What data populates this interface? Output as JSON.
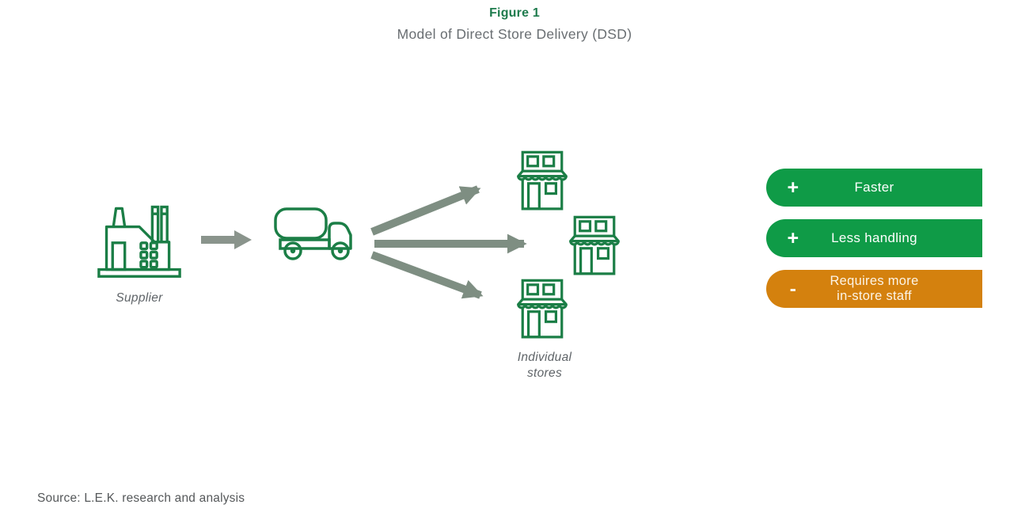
{
  "figure": {
    "label": "Figure 1",
    "title": "Model of Direct Store Delivery (DSD)"
  },
  "diagram": {
    "supplier_label": "Supplier",
    "stores_label_line1": "Individual",
    "stores_label_line2": "stores",
    "icons": [
      "factory-icon",
      "truck-icon",
      "store-icon",
      "store-icon",
      "store-icon"
    ],
    "arrows": [
      "supplier-to-truck",
      "truck-to-store-top",
      "truck-to-store-middle",
      "truck-to-store-bottom"
    ]
  },
  "badges": [
    {
      "sign": "+",
      "label": "Faster",
      "type": "positive"
    },
    {
      "sign": "+",
      "label": "Less handling",
      "type": "positive"
    },
    {
      "sign": "-",
      "label": "Requires more",
      "label2": "in-store staff",
      "type": "negative"
    }
  ],
  "source": "Source: L.E.K. research and analysis",
  "theme": {
    "green": "#0f9b47",
    "orange": "#d4810e",
    "icon_green": "#1b7e46",
    "title_green": "#1e7b4d",
    "text_gray": "#696e72",
    "label_gray": "#5f6468",
    "source_gray": "#55585a",
    "arrow_gray": "#8a948c",
    "arrow_sage": "#7e8e82"
  }
}
